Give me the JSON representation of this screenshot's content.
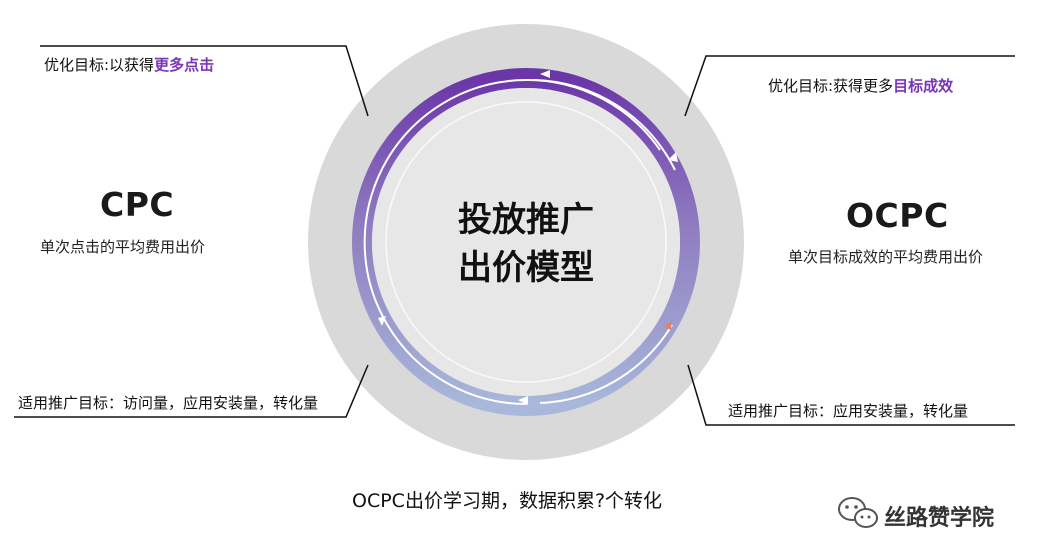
{
  "center": {
    "line1": "投放推广",
    "line2": "出价模型"
  },
  "left": {
    "goal_prefix": "优化目标:以获得",
    "goal_highlight": "更多点击",
    "title": "CPC",
    "desc": "单次点击的平均费用出价",
    "applicable": "适用推广目标：访问量，应用安装量，转化量"
  },
  "right": {
    "goal_prefix": "优化目标:获得更多",
    "goal_highlight": "目标成效",
    "title": "OCPC",
    "desc": "单次目标成效的平均费用出价",
    "applicable": "适用推广目标：应用安装量，转化量"
  },
  "caption": "OCPC出价学习期，数据积累?个转化",
  "watermark": {
    "text": "丝路赞学院",
    "icon": "wechat-icon"
  },
  "colors": {
    "accent": "#7a35b8",
    "ring_top": "#6b36a8",
    "ring_bottom": "#a7b6d9",
    "disc": "#d9d9d9"
  }
}
